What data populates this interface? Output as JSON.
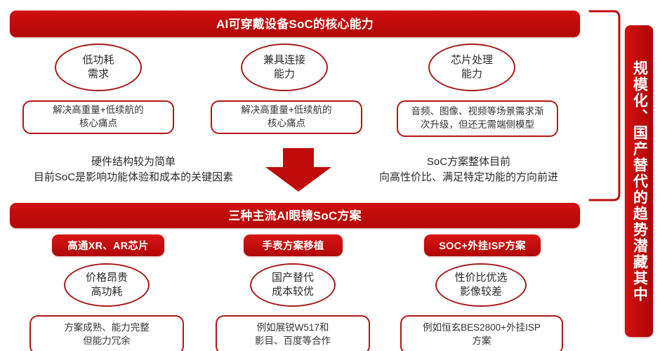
{
  "colors": {
    "brand_red": "#c00b0b",
    "outline_red": "#a51b1b",
    "box_border_red": "#b01717",
    "text_dark": "#2b2b2b",
    "background": "#ffffff"
  },
  "side_banner": {
    "text": "规模化、国产替代的趋势潜藏其中"
  },
  "sections": [
    {
      "id": "core-capability",
      "header": "AI可穿戴设备SoC的核心能力",
      "columns": [
        {
          "ellipse": "低功耗\n需求",
          "ellipse_line1": "低功耗",
          "ellipse_line2": "需求",
          "caption_line1": "解决高重量+低续航的",
          "caption_line2": "核心痛点"
        },
        {
          "ellipse_line1": "兼具连接",
          "ellipse_line2": "能力",
          "caption_line1": "解决高重量+低续航的",
          "caption_line2": "核心痛点"
        },
        {
          "ellipse_line1": "芯片处理",
          "ellipse_line2": "能力",
          "caption_line1": "音频、图像、视频等场景需求渐",
          "caption_line2": "次升级，但还无需端侧模型"
        }
      ],
      "notes": [
        {
          "id": "note-left",
          "line1": "硬件结构较为简单",
          "line2": "目前SoC是影响功能体验和成本的关键因素"
        },
        {
          "id": "note-right",
          "line1": "SoC方案整体目前",
          "line2": "向高性价比、满足特定功能的方向前进"
        }
      ],
      "arrow": "down-arrow"
    },
    {
      "id": "soc-solutions",
      "header": "三种主流AI眼镜SoC方案",
      "columns": [
        {
          "pill": "高通XR、AR芯片",
          "ellipse_line1": "价格昂贵",
          "ellipse_line2": "高功耗",
          "caption_line1": "方案成熟、能力完整",
          "caption_line2": "但能力冗余"
        },
        {
          "pill": "手表方案移植",
          "ellipse_line1": "国产替代",
          "ellipse_line2": "成本较优",
          "caption_line1": "例如展锐W517和",
          "caption_line2": "影目、百度等合作"
        },
        {
          "pill": "SOC+外挂ISP方案",
          "ellipse_line1": "性价比优选",
          "ellipse_line2": "影像较差",
          "caption_line1": "例如恒玄BES2800+外挂ISP",
          "caption_line2": "方案"
        }
      ]
    }
  ]
}
